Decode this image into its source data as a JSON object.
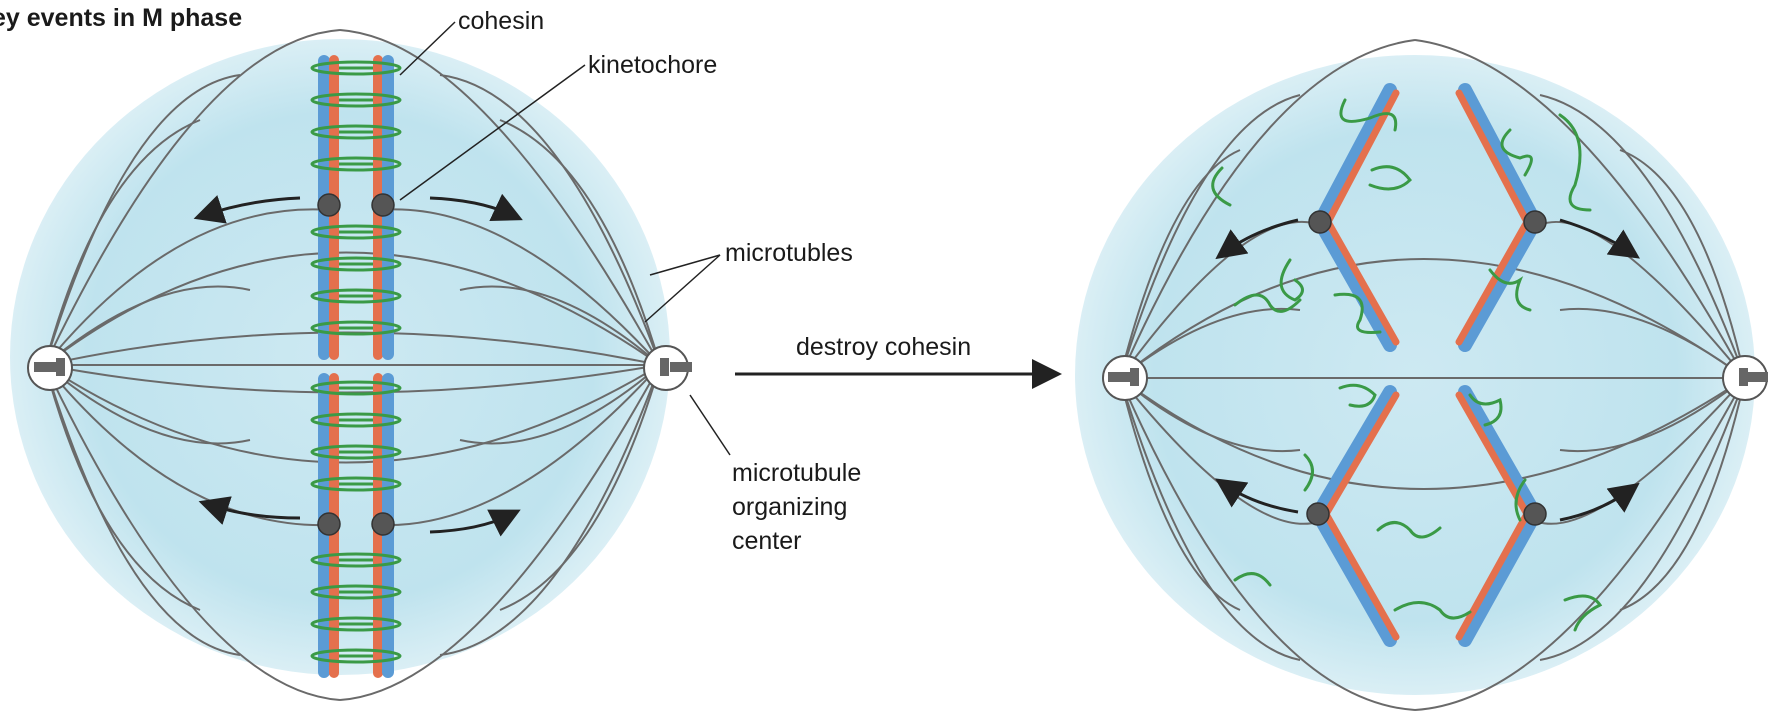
{
  "title": "ey events in M phase",
  "labels": {
    "cohesin": "cohesin",
    "kinetochore": "kinetochore",
    "microtubles": "microtubles",
    "mtoc_line1": "microtubule",
    "mtoc_line2": "organizing",
    "mtoc_line3": "center",
    "action": "destroy cohesin"
  },
  "colors": {
    "cell_fill": "#bfe3ee",
    "chromatid_blue": "#5b9bd5",
    "chromatid_red": "#e4704d",
    "cohesin_green": "#3a9a46",
    "kinetochore": "#555555",
    "microtubule": "#666666",
    "arrow": "#222222"
  }
}
